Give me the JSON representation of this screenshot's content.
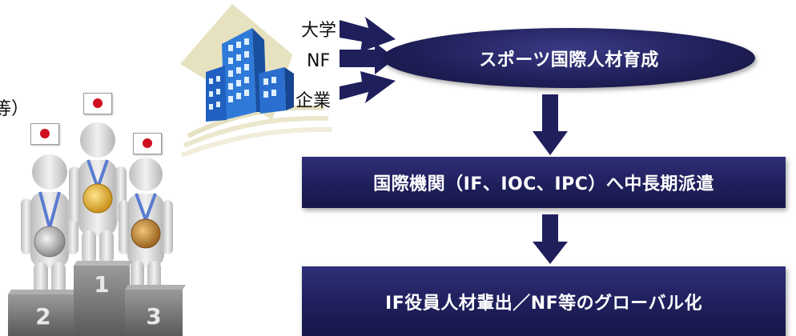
{
  "support_text": "援等）",
  "organizations": [
    "大学",
    "NF",
    "企業"
  ],
  "goal": "スポーツ国際人材育成",
  "step_dispatch": "国際機関（IF、IOC、IPC）へ中長期派遣",
  "step_outcome": "IF役員人材輩出／NF等のグローバル化",
  "podium": {
    "first": "1",
    "second": "2",
    "third": "3"
  },
  "colors": {
    "navy": "#1f1f5c",
    "flag_red": "#d01020",
    "gold": "#d9a520",
    "silver": "#a8a8a8",
    "bronze": "#c08a3a"
  }
}
